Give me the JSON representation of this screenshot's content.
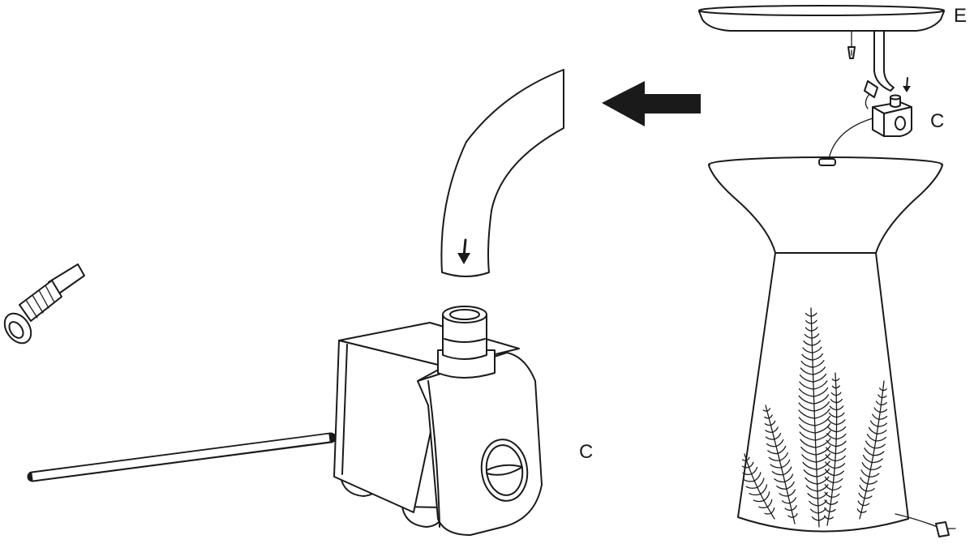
{
  "labels": {
    "pump_main": "C",
    "pump_small": "C",
    "top_bowl": "E"
  },
  "colors": {
    "line": "#1a1a1a",
    "background": "#ffffff"
  },
  "icons": {
    "direction_arrow": "arrow-left-icon",
    "flow_arrow": "arrow-down-icon"
  }
}
